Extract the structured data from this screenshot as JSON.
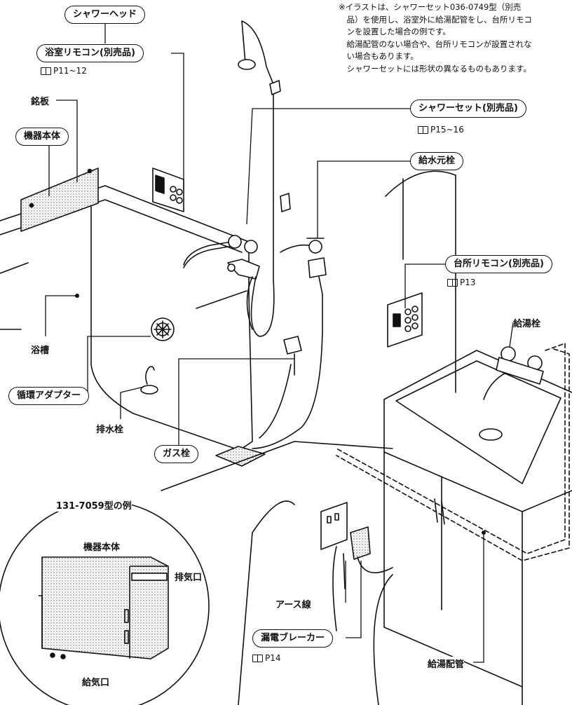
{
  "note": [
    "※イラストは、シャワーセット036-0749型（別売",
    "　品）を使用し、浴室外に給湯配管をし、台所リモコ",
    "　ンを設置した場合の例です。",
    "　給湯配管のない場合や、台所リモコンが設置されな",
    "　い場合もあります。",
    "　シャワーセットには形状の異なるものもあります。"
  ],
  "labels": {
    "shower_head": "シャワーヘッド",
    "bath_remote": "浴室リモコン(別売品)",
    "bath_remote_ref": "P11~12",
    "nameplate": "銘板",
    "unit_body": "機器本体",
    "shower_set": "シャワーセット(別売品)",
    "shower_set_ref": "P15~16",
    "water_valve": "給水元栓",
    "kitchen_remote": "台所リモコン(別売品)",
    "kitchen_remote_ref": "P13",
    "hot_tap": "給湯栓",
    "bathtub": "浴槽",
    "circ_adapter": "循環アダプター",
    "drain_plug": "排水栓",
    "gas_valve": "ガス栓",
    "model_example": "131-7059型の例",
    "inset_title": "機器本体",
    "exhaust": "排気口",
    "intake": "給気口",
    "earth_wire": "アース線",
    "breaker": "漏電ブレーカー",
    "breaker_ref": "P14",
    "hot_pipe": "給湯配管"
  }
}
